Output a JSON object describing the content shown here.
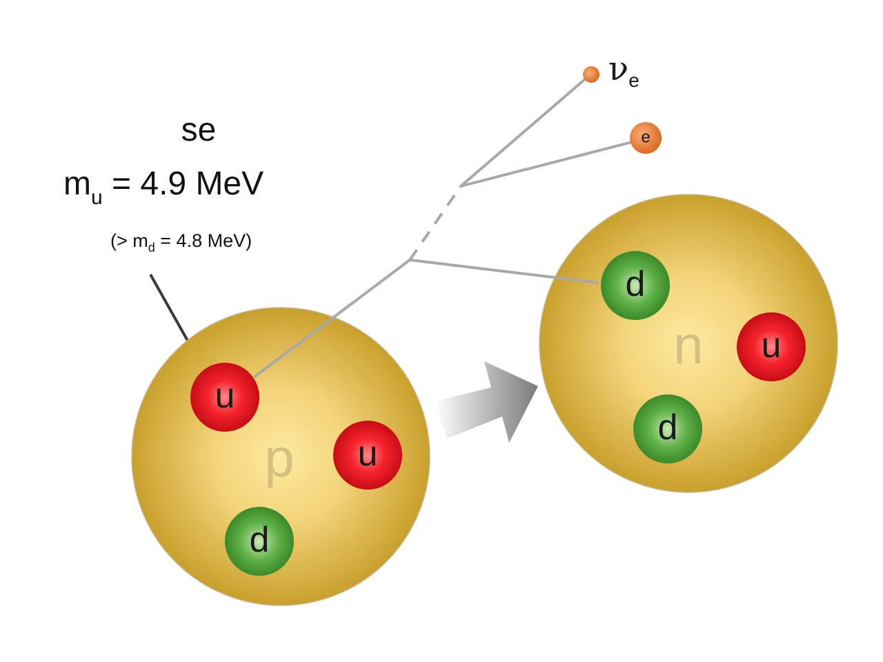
{
  "caption": {
    "line1": "se",
    "mass_symbol": "m",
    "mass_subscript": "u",
    "mass_value": " = 4.9 MeV",
    "note_prefix": "(> m",
    "note_subscript": "d",
    "note_suffix": " = 4.8 MeV)"
  },
  "proton": {
    "label": "p",
    "quarks": [
      "u",
      "u",
      "d"
    ]
  },
  "neutron": {
    "label": "n",
    "quarks": [
      "d",
      "u",
      "d"
    ]
  },
  "leptons": {
    "neutrino_symbol": "ν",
    "neutrino_subscript": "e",
    "electron_label": "e"
  },
  "colors": {
    "up_quark": "#e8141e",
    "down_quark": "#3c9a2c",
    "nucleon": "#d9b23e",
    "lepton": "#e4742a",
    "line": "#a8a8a8",
    "arrow": "#3a3a3a"
  }
}
